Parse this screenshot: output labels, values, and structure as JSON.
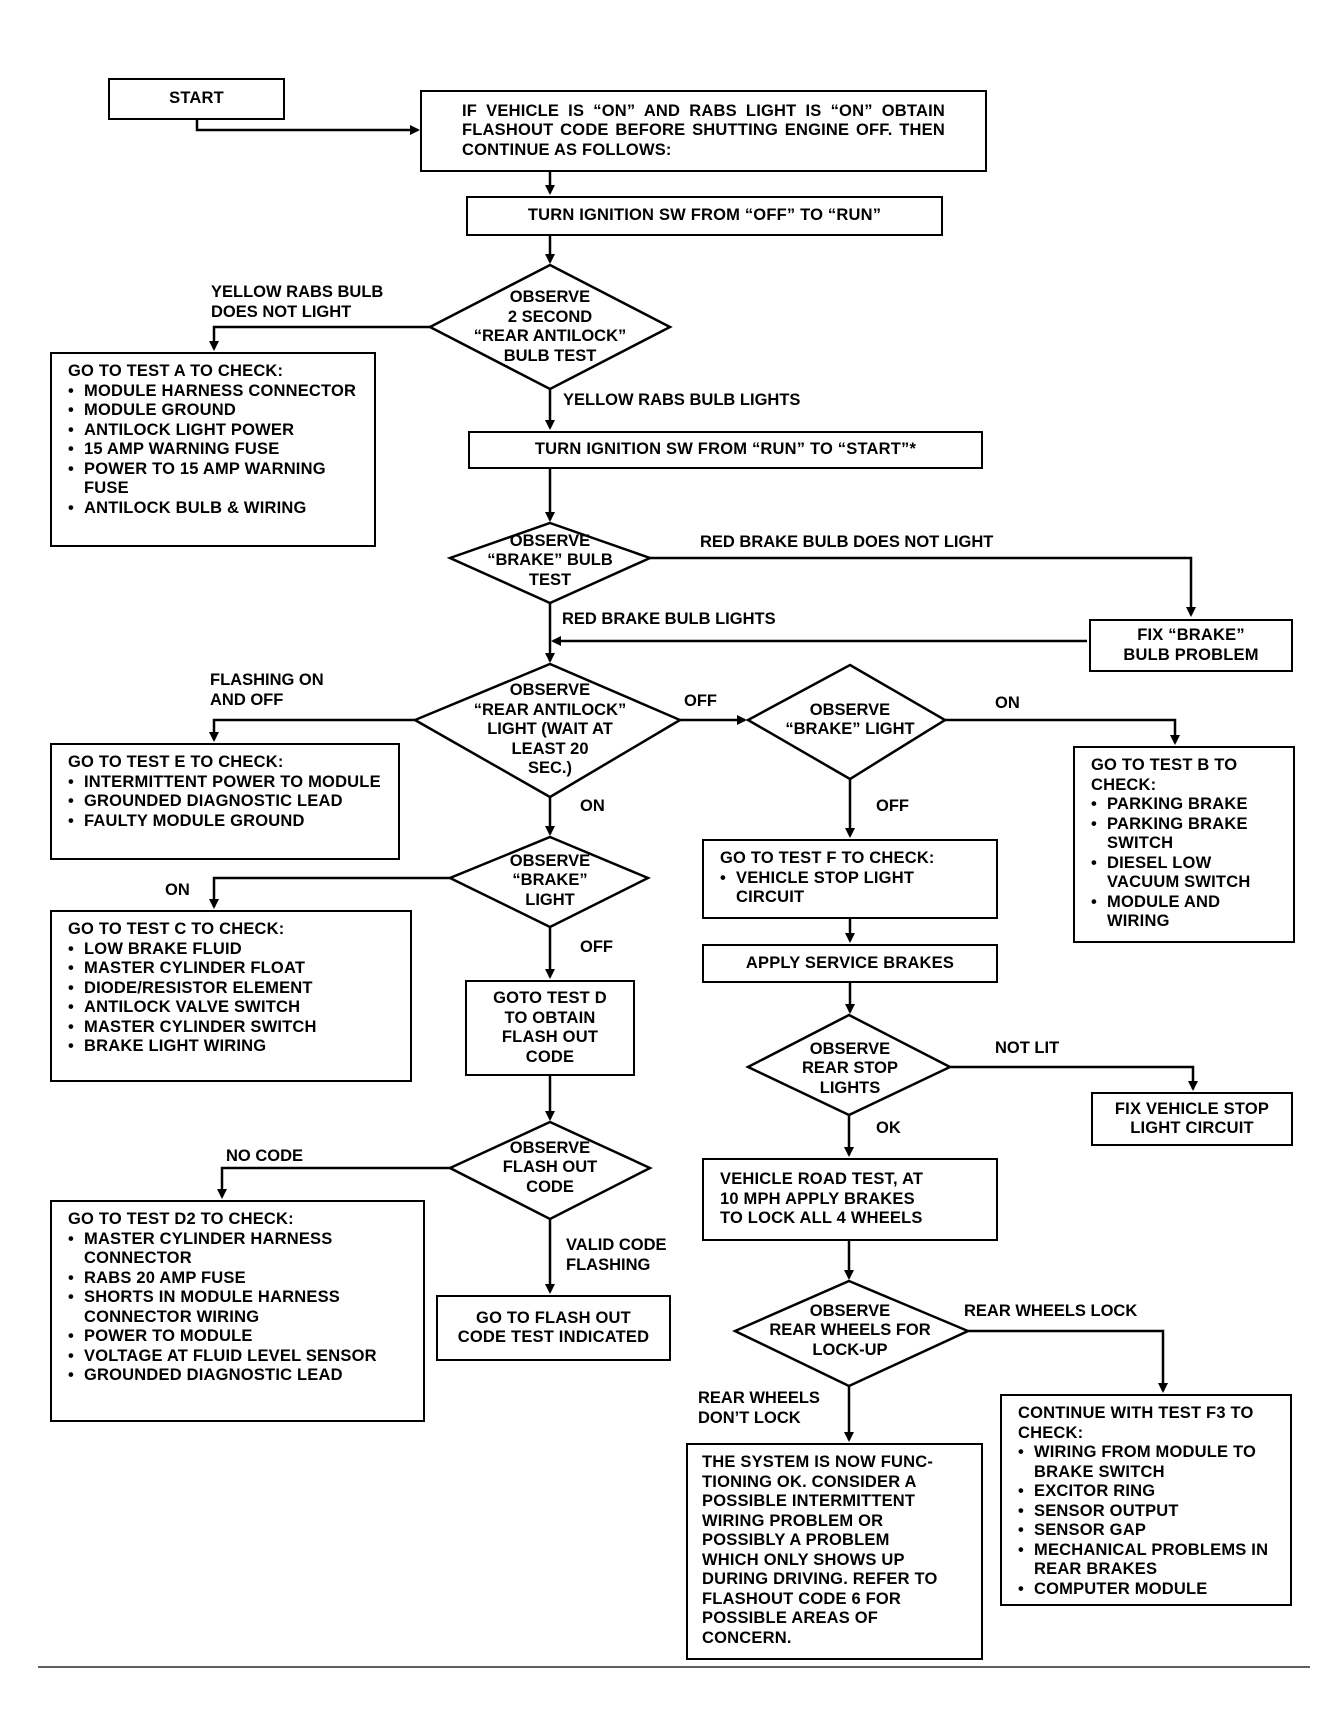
{
  "nodes": {
    "start": "START",
    "intro": "IF VEHICLE IS “ON” AND RABS LIGHT IS “ON” OBTAIN FLASHOUT CODE BEFORE SHUTTING ENGINE OFF. THEN CONTINUE AS FOLLOWS:",
    "ign_run": "TURN IGNITION SW FROM “OFF” TO “RUN”",
    "obs_bulb_test": "OBSERVE\n2 SECOND\n“REAR ANTILOCK”\nBULB TEST",
    "test_a": {
      "heading": "GO TO TEST A TO CHECK:",
      "items": [
        "MODULE HARNESS CONNECTOR",
        "MODULE GROUND",
        "ANTILOCK LIGHT POWER",
        "15 AMP WARNING FUSE",
        "POWER TO 15 AMP WARNING FUSE",
        "ANTILOCK BULB & WIRING"
      ]
    },
    "ign_start": "TURN IGNITION SW FROM “RUN” TO “START”*",
    "obs_brake_bulb": "OBSERVE\n“BRAKE” BULB\nTEST",
    "fix_brake": "FIX “BRAKE”\nBULB PROBLEM",
    "obs_rear_antilock": "OBSERVE\n“REAR ANTILOCK”\nLIGHT (WAIT AT\nLEAST 20\nSEC.)",
    "obs_brake_light_r": "OBSERVE\n“BRAKE” LIGHT",
    "test_e": {
      "heading": "GO TO TEST E TO CHECK:",
      "items": [
        "INTERMITTENT POWER TO MODULE",
        "GROUNDED DIAGNOSTIC LEAD",
        "FAULTY MODULE GROUND"
      ]
    },
    "test_b": {
      "heading": "GO TO TEST B TO CHECK:",
      "items": [
        "PARKING BRAKE",
        "PARKING BRAKE SWITCH",
        "DIESEL LOW VACUUM SWITCH",
        "MODULE AND WIRING"
      ]
    },
    "obs_brake_light_c": "OBSERVE\n“BRAKE”\nLIGHT",
    "test_f": {
      "heading": "GO TO TEST F TO CHECK:",
      "items": [
        "VEHICLE STOP LIGHT CIRCUIT"
      ]
    },
    "test_c": {
      "heading": "GO TO TEST C TO CHECK:",
      "items": [
        "LOW BRAKE FLUID",
        "MASTER CYLINDER FLOAT",
        "DIODE/RESISTOR ELEMENT",
        "ANTILOCK VALVE SWITCH",
        "MASTER CYLINDER SWITCH",
        "BRAKE LIGHT WIRING"
      ]
    },
    "apply_brakes": "APPLY SERVICE BRAKES",
    "test_d": "GOTO TEST D\nTO OBTAIN\nFLASH OUT\nCODE",
    "obs_rear_stop": "OBSERVE\nREAR STOP\nLIGHTS",
    "fix_stop": "FIX VEHICLE STOP\nLIGHT CIRCUIT",
    "obs_flash_code": "OBSERVE\nFLASH OUT\nCODE",
    "road_test": "VEHICLE ROAD TEST, AT\n10 MPH APPLY BRAKES\nTO LOCK ALL 4 WHEELS",
    "test_d2": {
      "heading": "GO TO TEST D2 TO CHECK:",
      "items": [
        "MASTER CYLINDER HARNESS CONNECTOR",
        "RABS 20 AMP FUSE",
        "SHORTS IN MODULE HARNESS CONNECTOR WIRING",
        "POWER TO MODULE",
        "VOLTAGE AT FLUID LEVEL SENSOR",
        "GROUNDED DIAGNOSTIC LEAD"
      ]
    },
    "flash_out_test": "GO TO FLASH OUT\nCODE TEST INDICATED",
    "obs_rear_wheels": "OBSERVE\nREAR WHEELS FOR\nLOCK-UP",
    "system_ok": "THE SYSTEM IS NOW FUNC-\nTIONING OK. CONSIDER A\nPOSSIBLE INTERMITTENT\nWIRING PROBLEM OR\nPOSSIBLY A PROBLEM\nWHICH ONLY SHOWS UP\nDURING DRIVING. REFER TO\nFLASHOUT CODE 6 FOR\nPOSSIBLE AREAS OF\nCONCERN.",
    "test_f3": {
      "heading": "CONTINUE WITH TEST F3 TO CHECK:",
      "items": [
        "WIRING FROM MODULE TO BRAKE SWITCH",
        "EXCITOR RING",
        "SENSOR OUTPUT",
        "SENSOR GAP",
        "MECHANICAL PROBLEMS IN REAR BRAKES",
        "COMPUTER MODULE"
      ]
    }
  },
  "edge_labels": {
    "yellow_not_light": "YELLOW RABS BULB\nDOES NOT LIGHT",
    "yellow_lights": "YELLOW RABS BULB LIGHTS",
    "red_not_light": "RED BRAKE BULB DOES NOT LIGHT",
    "red_lights": "RED BRAKE BULB LIGHTS",
    "flashing": "FLASHING ON\nAND OFF",
    "off_1": "OFF",
    "on_1": "ON",
    "on_2": "ON",
    "off_2": "OFF",
    "on_3": "ON",
    "off_3": "OFF",
    "not_lit": "NOT LIT",
    "ok": "OK",
    "no_code": "NO CODE",
    "valid_code": "VALID CODE\nFLASHING",
    "wheels_lock": "REAR WHEELS LOCK",
    "wheels_dont_lock": "REAR WHEELS\nDON’T LOCK"
  }
}
